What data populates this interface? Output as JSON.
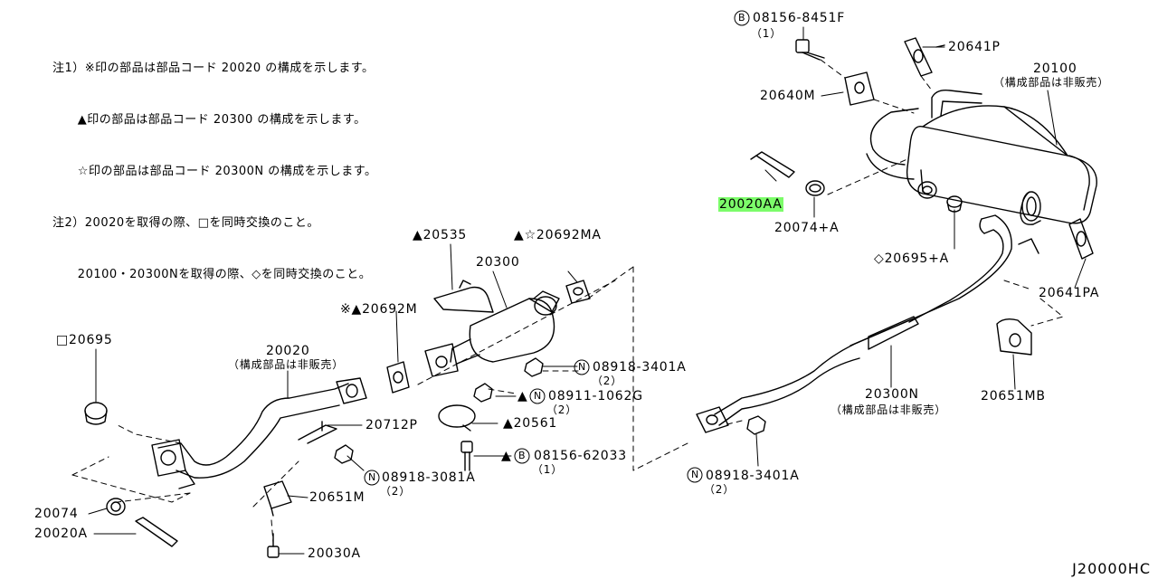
{
  "notes": [
    "注1）※印の部品は部品コード 20020 の構成を示します。",
    "      ▲印の部品は部品コード 20300 の構成を示します。",
    "      ☆印の部品は部品コード 20300N の構成を示します。",
    "注2）20020を取得の際、□を同時交換のこと。",
    "      20100・20300Nを取得の際、◇を同時交換のこと。"
  ],
  "labels": {
    "p08156_8451f": "08156-8451F",
    "p08156_8451f_qty": "（1）",
    "p20641p": "20641P",
    "p20100": "20100",
    "p20100_note": "（構成部品は非販売）",
    "p20640m": "20640M",
    "p20020aa": "20020AA",
    "p20074a_top": "20074+A",
    "p20695a": "◇20695+A",
    "p20641pa": "20641PA",
    "p20651mb": "20651MB",
    "p20300n": "20300N",
    "p20300n_note": "（構成部品は非販売）",
    "p08918_3401a_r": "08918-3401A",
    "p08918_3401a_r_qty": "（2）",
    "p20535": "▲20535",
    "p20692ma": "▲☆20692MA",
    "p20300": "20300",
    "p20692m": "※▲20692M",
    "p08918_3401a_m": "08918-3401A",
    "p08918_3401a_m_qty": "（2）",
    "p08911_1062g": "08911-1062G",
    "p08911_1062g_prefix": "▲",
    "p08911_1062g_qty": "（2）",
    "p20561": "▲20561",
    "p08156_62033": "08156-62033",
    "p08156_62033_prefix": "▲",
    "p08156_62033_qty": "（1）",
    "p20695": "□20695",
    "p20020": "20020",
    "p20020_note": "（構成部品は非販売）",
    "p20712p": "20712P",
    "p08918_3081a": "08918-3081A",
    "p08918_3081a_qty": "（2）",
    "p20651m": "20651M",
    "p20074": "20074",
    "p20020a": "20020A",
    "p20030a": "20030A",
    "circle_n": "N",
    "circle_b": "B"
  },
  "diagram_id": "J20000HC",
  "colors": {
    "highlight": "#7CFC6A",
    "ink": "#000000",
    "background": "#ffffff"
  }
}
